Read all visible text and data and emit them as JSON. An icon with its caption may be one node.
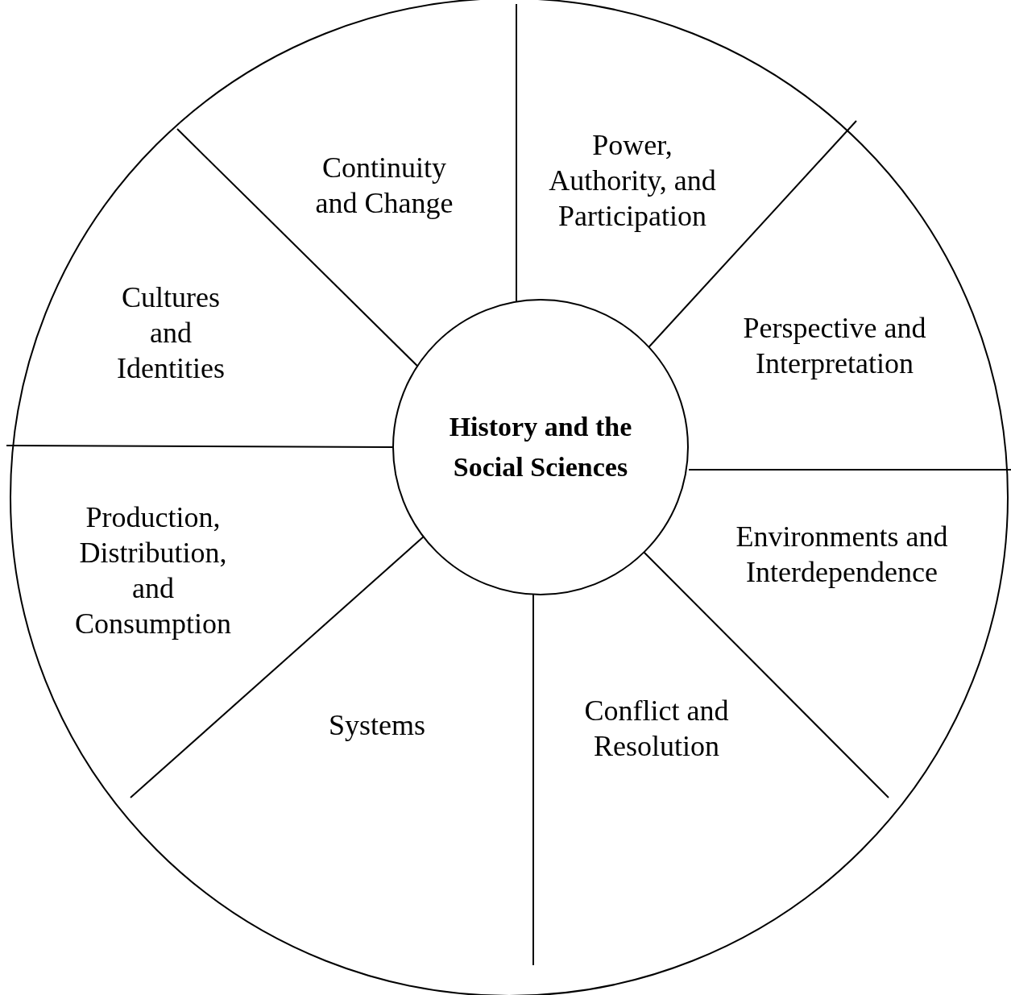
{
  "diagram": {
    "nodes": [
      {
        "text": [
          "History and the Social Sciences"
        ]
      },
      {
        "text": [
          "Continuity and Change"
        ]
      },
      {
        "text": [
          "Power, Authority, and Participation"
        ]
      },
      {
        "text": [
          "Cultures and Identities"
        ]
      },
      {
        "text": [
          "Perspective and Interpretation"
        ]
      },
      {
        "text": [
          "Production, Distribution, and Consumption"
        ]
      },
      {
        "text": [
          "Environments and Interdependence"
        ]
      },
      {
        "text": [
          "Systems"
        ]
      },
      {
        "text": [
          "Conflict and Resolution"
        ]
      }
    ]
  }
}
